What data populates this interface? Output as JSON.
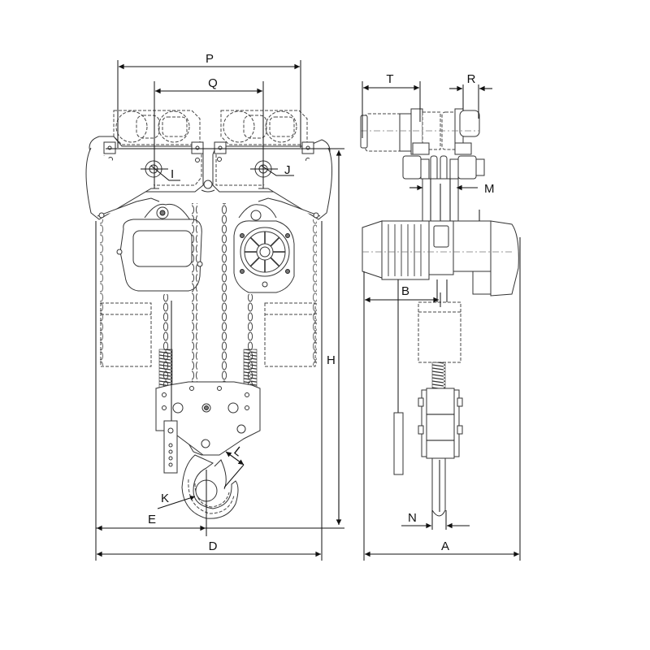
{
  "figure": {
    "type": "technical-dimension-drawing",
    "subject": "double-hoist electric chain hoist with trolleys",
    "views": [
      {
        "name": "front-view"
      },
      {
        "name": "side-view"
      }
    ]
  },
  "dimensions": {
    "front": {
      "P": "P",
      "Q": "Q",
      "I": "I",
      "J": "J",
      "H": "H",
      "L": "L",
      "K": "K",
      "E": "E",
      "D": "D"
    },
    "side": {
      "T": "T",
      "R": "R",
      "M": "M",
      "B": "B",
      "N": "N",
      "A": "A"
    }
  },
  "colors": {
    "line": "#111111",
    "background": "#ffffff"
  }
}
